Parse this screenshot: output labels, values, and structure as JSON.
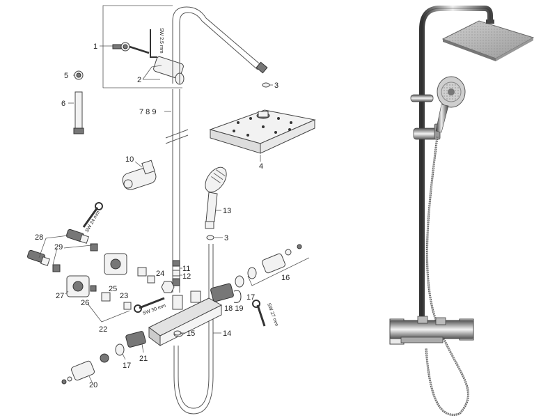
{
  "labels": {
    "p1": "1",
    "p2": "2",
    "p3a": "3",
    "p3b": "3",
    "p4": "4",
    "p5": "5",
    "p6": "6",
    "p789": "7 8 9",
    "p10": "10",
    "p11": "11",
    "p12": "12",
    "p13": "13",
    "p14": "14",
    "p15": "15",
    "p16": "16",
    "p17a": "17",
    "p17b": "17",
    "p1819": "18 19",
    "p20": "20",
    "p21": "21",
    "p22": "22",
    "p23": "23",
    "p24": "24",
    "p25": "25",
    "p26": "26",
    "p27": "27",
    "p28": "28",
    "p29": "29"
  },
  "wrench_labels": {
    "sw25": "SW 2.5 mm",
    "sw24": "SW 24 mm",
    "sw30": "SW 30 mm",
    "sw27": "SW 27 mm"
  },
  "colors": {
    "line": "#555555",
    "chrome_dark": "#333333",
    "chrome_light": "#e6e6e6",
    "showerhead_gray": "#b8b8b8"
  }
}
